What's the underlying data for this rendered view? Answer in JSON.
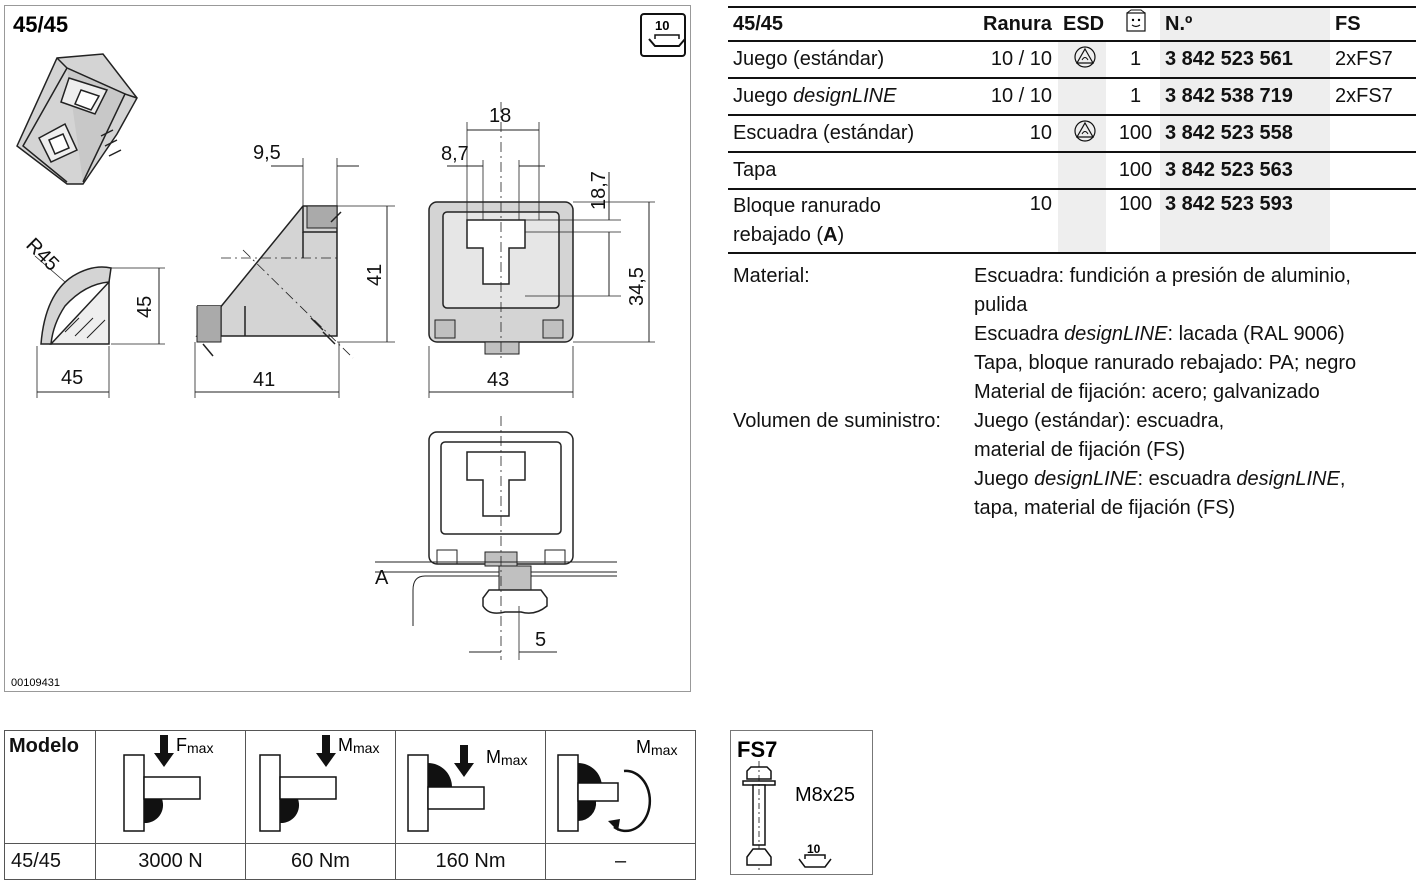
{
  "drawing": {
    "title": "45/45",
    "image_id": "00109431",
    "slot_badge": "10",
    "dims": {
      "r45": "R45",
      "d45_vertical": "45",
      "d45_horizontal": "45",
      "d9_5": "9,5",
      "d41_bottom": "41",
      "d41_vertical": "41",
      "d18": "18",
      "d8_7": "8,7",
      "d18_7": "18,7",
      "d34_5": "34,5",
      "d43": "43",
      "label_a": "A",
      "d5": "5"
    }
  },
  "product_table": {
    "headers": {
      "model": "45/45",
      "slot": "Ranura",
      "esd": "ESD",
      "pack_icon": "packaging-icon",
      "number": "N.º",
      "fs": "FS"
    },
    "rows": [
      {
        "name_plain": "Juego (estándar)",
        "name_italic": "",
        "slot": "10 / 10",
        "esd": true,
        "qty": "1",
        "number": "3 842 523 561",
        "fs": "2xFS7"
      },
      {
        "name_plain": "Juego ",
        "name_italic": "designLINE",
        "slot": "10 / 10",
        "esd": false,
        "qty": "1",
        "number": "3 842 538 719",
        "fs": "2xFS7"
      },
      {
        "name_plain": "Escuadra (estándar)",
        "name_italic": "",
        "slot": "10",
        "esd": true,
        "qty": "100",
        "number": "3 842 523 558",
        "fs": ""
      },
      {
        "name_plain": "Tapa",
        "name_italic": "",
        "slot": "",
        "esd": false,
        "qty": "100",
        "number": "3 842 523 563",
        "fs": ""
      }
    ],
    "last_row": {
      "line1": "Bloque ranurado",
      "line2_plain": "rebajado (",
      "line2_bold": "A",
      "line2_end": ")",
      "slot": "10",
      "qty": "100",
      "number": "3 842 523 593"
    }
  },
  "material": {
    "label": "Material:",
    "line1": "Escuadra: fundición a presión de aluminio,",
    "line2": "pulida",
    "line3_a": "Escuadra ",
    "line3_i": "designLINE",
    "line3_b": ": lacada (RAL 9006)",
    "line4": "Tapa, bloque ranurado rebajado: PA; negro",
    "line5": "Material de fijación: acero; galvanizado"
  },
  "supply": {
    "label": "Volumen de suministro:",
    "line1": "Juego (estándar): escuadra,",
    "line2": "material de fijación (FS)",
    "line3_a": "Juego ",
    "line3_i": "designLINE",
    "line3_b": ": escuadra ",
    "line3_i2": "designLINE",
    "line3_c": ",",
    "line4": "tapa, material de fijación (FS)"
  },
  "load_table": {
    "model_header": "Modelo",
    "icons": [
      {
        "label_main": "F",
        "label_sub": "max"
      },
      {
        "label_main": "M",
        "label_sub": "max"
      },
      {
        "label_main": "M",
        "label_sub": "max"
      },
      {
        "label_main": "M",
        "label_sub": "max"
      }
    ],
    "row": {
      "model": "45/45",
      "values": [
        "3000 N",
        "60 Nm",
        "160 Nm",
        "–"
      ]
    }
  },
  "fs7": {
    "title": "FS7",
    "screw": "M8x25",
    "slot_badge": "10"
  },
  "colors": {
    "part_gray": "#d4d4d4",
    "shade_gray": "#eeeeee",
    "line": "#111111"
  }
}
